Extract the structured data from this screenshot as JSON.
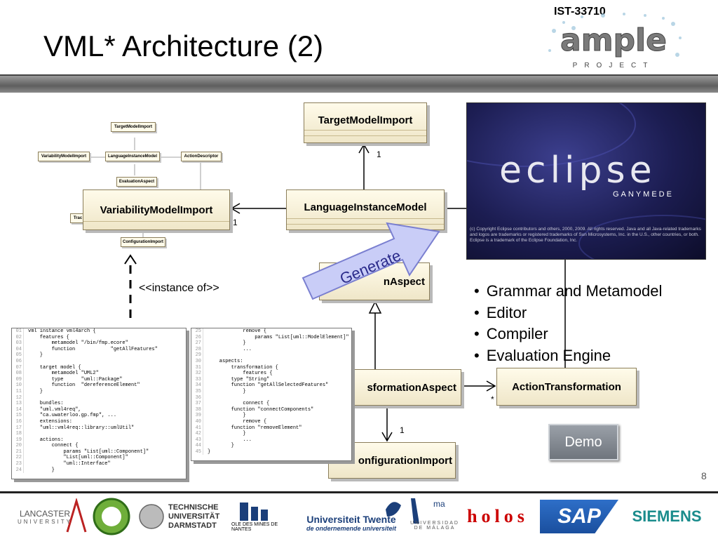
{
  "slide": {
    "title": "VML* Architecture (2)",
    "project_id": "IST-33710",
    "page_number": "8",
    "logo_alt": "ample PROJECT"
  },
  "diagram": {
    "classes": {
      "target_model_import": "TargetModelImport",
      "language_instance_model": "LanguageInstanceModel",
      "variability_model_import": "VariabilityModelImport",
      "evaluation_aspect": "EvaluationAspect",
      "transformation_aspect": "TransformationAspect",
      "action_transformation": "ActionTransformation",
      "configuration_import": "ConfigurationImport"
    },
    "thumbnail": {
      "target_model_import": "TargetModelImport",
      "variability_model_import": "VariabilityModelImport",
      "language_instance_model": "LanguageInstanceModel",
      "action_descriptor": "ActionDescriptor",
      "evaluation_aspect": "EvaluationAspect",
      "configuration_import": "ConfigurationImport",
      "trunc": "Trac"
    },
    "instance_of_label": "<<instance of>>",
    "generate_label": "Generate",
    "multiplicities": {
      "m1": "1",
      "m2": "1",
      "m3": "1",
      "m4": "*"
    },
    "visible_fragments": {
      "evaluation_aspect": "nAspect",
      "transformation_aspect": "sformationAspect",
      "configuration_import": "onfigurationImport"
    }
  },
  "code_left": {
    "lines": [
      {
        "n": "01",
        "t": "vml instance vml4arch {"
      },
      {
        "n": "02",
        "t": "    features {"
      },
      {
        "n": "03",
        "t": "        metamodel \"/bin/fmp.ecore\""
      },
      {
        "n": "04",
        "t": "        function            \"getAllFeatures\""
      },
      {
        "n": "05",
        "t": "    }"
      },
      {
        "n": "06",
        "t": ""
      },
      {
        "n": "07",
        "t": "    target model {"
      },
      {
        "n": "08",
        "t": "        metamodel \"UML2\""
      },
      {
        "n": "09",
        "t": "        type      \"uml::Package\""
      },
      {
        "n": "10",
        "t": "        function  \"dereferenceElement\""
      },
      {
        "n": "11",
        "t": "    }"
      },
      {
        "n": "12",
        "t": ""
      },
      {
        "n": "13",
        "t": "    bundles:"
      },
      {
        "n": "14",
        "t": "    \"uml.vml4req\","
      },
      {
        "n": "15",
        "t": "    \"ca.uwaterloo.gp.fmp\", ..."
      },
      {
        "n": "16",
        "t": "    extensions:"
      },
      {
        "n": "17",
        "t": "    \"uml::vml4req::library::umlUtil\""
      },
      {
        "n": "18",
        "t": ""
      },
      {
        "n": "19",
        "t": "    actions:"
      },
      {
        "n": "20",
        "t": "        connect {"
      },
      {
        "n": "21",
        "t": "            params \"List[uml::Component]\""
      },
      {
        "n": "22",
        "t": "            \"List[uml::Component]\""
      },
      {
        "n": "23",
        "t": "            \"uml::Interface\""
      },
      {
        "n": "24",
        "t": "        }"
      }
    ]
  },
  "code_right": {
    "lines": [
      {
        "n": "25",
        "t": "            remove {"
      },
      {
        "n": "26",
        "t": "                params \"List[uml::ModelElement]\""
      },
      {
        "n": "27",
        "t": "            }"
      },
      {
        "n": "28",
        "t": "            ..."
      },
      {
        "n": "29",
        "t": ""
      },
      {
        "n": "30",
        "t": "    aspects:"
      },
      {
        "n": "31",
        "t": "        transformation {"
      },
      {
        "n": "32",
        "t": "            features {"
      },
      {
        "n": "33",
        "t": "        type \"String\""
      },
      {
        "n": "34",
        "t": "        function \"getAllSelectedFeatures\""
      },
      {
        "n": "35",
        "t": "            }"
      },
      {
        "n": "36",
        "t": ""
      },
      {
        "n": "37",
        "t": "            connect {"
      },
      {
        "n": "38",
        "t": "        function \"connectComponents\""
      },
      {
        "n": "39",
        "t": "            }"
      },
      {
        "n": "40",
        "t": "            remove {"
      },
      {
        "n": "41",
        "t": "        function \"removeElement\""
      },
      {
        "n": "42",
        "t": "            }"
      },
      {
        "n": "43",
        "t": "            ..."
      },
      {
        "n": "44",
        "t": "        }"
      },
      {
        "n": "45",
        "t": "}"
      }
    ]
  },
  "eclipse": {
    "wordmark": "eclipse",
    "edition": "GANYMEDE",
    "copyright": "(c) Copyright Eclipse contributors and others, 2000, 2009. All rights reserved. Java and all Java-related trademarks and logos are trademarks or registered trademarks of Sun Microsystems, Inc. in the U.S., other countries, or both. Eclipse is a trademark of the Eclipse Foundation, Inc."
  },
  "features": [
    "Grammar and Metamodel",
    "Editor",
    "Compiler",
    "Evaluation Engine"
  ],
  "demo_button": "Demo",
  "partners": {
    "lancaster": "LANCASTER",
    "lancaster_sub": "UNIVERSITY",
    "tud_1": "TECHNISCHE",
    "tud_2": "UNIVERSITÄT",
    "tud_3": "DARMSTADT",
    "mines": "OLE DES MINES DE NANTES",
    "twente": "Universiteit Twente",
    "twente_sub": "de ondernemende universiteit",
    "malaga_1": "UNIVERSIDAD",
    "malaga_2": "DE MÁLAGA",
    "holos": "holos",
    "sap": "SAP",
    "siemens": "SIEMENS"
  },
  "colors": {
    "class_fill": "#fffbea",
    "generate_fill": "#c9cdf7",
    "banner": "#6e6e6e"
  }
}
